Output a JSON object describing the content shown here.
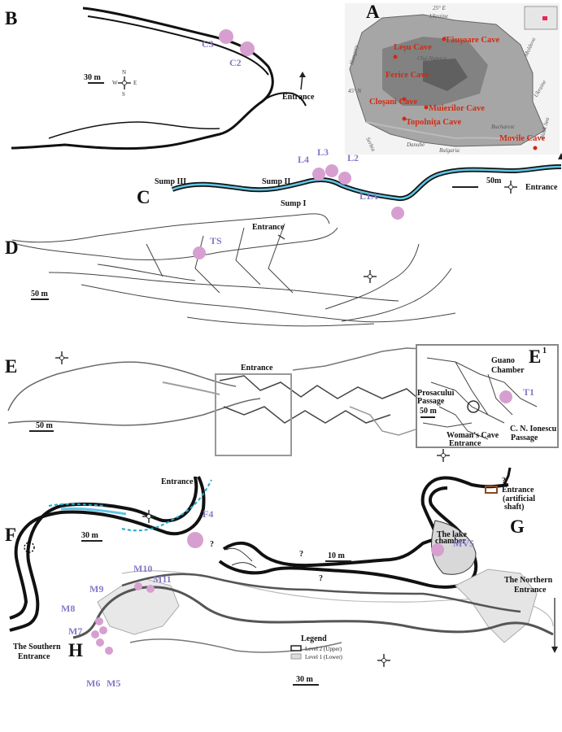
{
  "panels": {
    "A": {
      "letter": "A",
      "caves": [
        "Ferice Cave",
        "Leşu Cave",
        "Tăuşoare Cave",
        "Cloşani Cave",
        "Muierilor Cave",
        "Topolniţa Cave",
        "Movile Cave"
      ],
      "countries": [
        "Ukraine",
        "Hungary",
        "Serbia",
        "Bulgaria",
        "Moldova",
        "Ukraine"
      ],
      "places": [
        "Cluj-Napoca",
        "Bucharest",
        "Danube",
        "Black Sea"
      ],
      "coords": [
        "25° E",
        "45° N"
      ]
    },
    "B": {
      "letter": "B",
      "scale": "30 m",
      "entrance": "Entrance",
      "sites": [
        "C3",
        "C2"
      ]
    },
    "C": {
      "letter": "C",
      "scale": "50m",
      "entrance": "Entrance",
      "sumps": [
        "Sump III",
        "Sump II",
        "Sump I"
      ],
      "sites": [
        "L4",
        "L3",
        "L2",
        "L1A"
      ]
    },
    "D": {
      "letter": "D",
      "scale": "50 m",
      "entrance": "Entrance",
      "sites": [
        "TS"
      ]
    },
    "E": {
      "letter": "E",
      "scale": "50 m",
      "entrance": "Entrance",
      "sites": [
        "T1"
      ]
    },
    "E1": {
      "letter": "E",
      "sup": "1",
      "scale": "50 m",
      "labels": [
        "Guano",
        "Chamber",
        "Prosacului",
        "Passage",
        "Woman's Cave",
        "Entrance",
        "C. N. Ionescu",
        "Passage"
      ]
    },
    "F": {
      "letter": "F",
      "scale": "30 m",
      "entrance": "Entrance",
      "sites": [
        "F4"
      ]
    },
    "G": {
      "letter": "G",
      "scale": "10 m",
      "entrance": "Entrance",
      "entrance_note": "(artificial",
      "entrance_note2": "shaft)",
      "chamber": [
        "The lake",
        "chamber"
      ],
      "sites": [
        "MV5"
      ],
      "question": "?"
    },
    "H": {
      "letter": "H",
      "scale": "30 m",
      "south": [
        "The Southern",
        "Entrance"
      ],
      "north": [
        "The Northern",
        "Entrance"
      ],
      "legend_title": "Legend",
      "legend_items": [
        "Level 2 (Upper)",
        "Level 1 (Lower)"
      ],
      "sites": [
        "M8",
        "M9",
        "M10",
        "M11",
        "M7",
        "M6",
        "M5"
      ]
    },
    "compass": {
      "n": "N",
      "s": "S",
      "e": "E",
      "w": "W"
    }
  }
}
